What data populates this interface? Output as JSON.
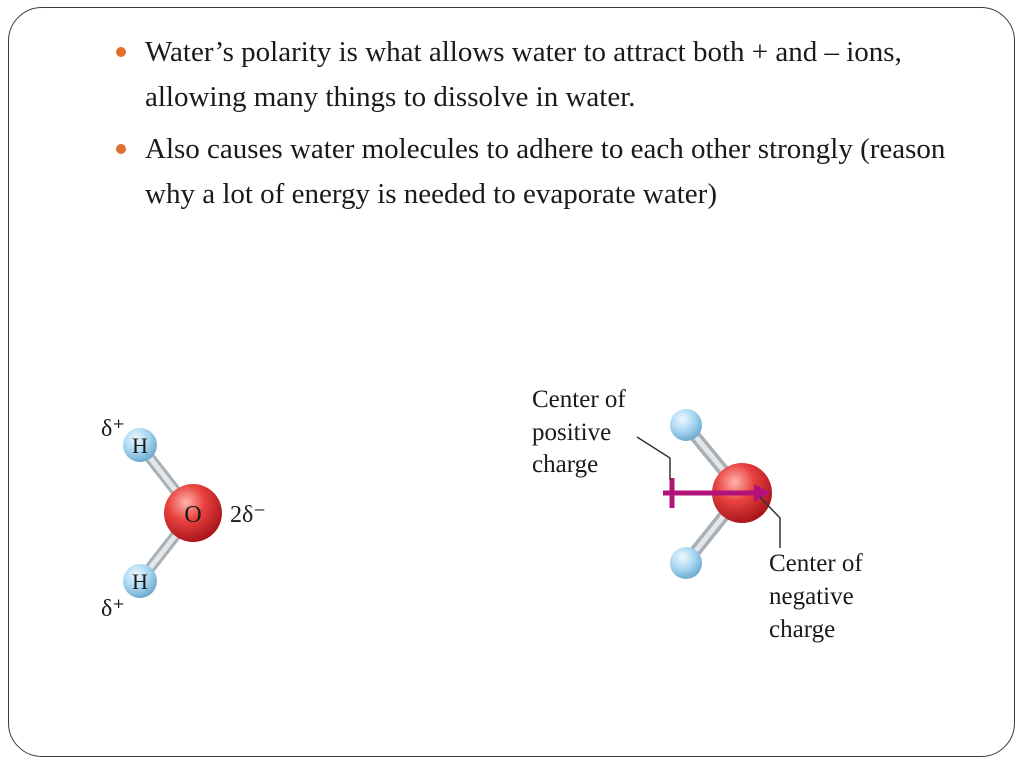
{
  "bullets": [
    {
      "text": "Water’s polarity is what allows water to attract both + and – ions, allowing many things to dissolve in water."
    },
    {
      "text": "Also causes water molecules to adhere to each other strongly (reason why a lot of energy is needed to evaporate water)"
    }
  ],
  "left_molecule": {
    "oxygen_label": "O",
    "hydrogen_label": "H",
    "partial_positive": "δ⁺",
    "partial_negative": "2δ⁻"
  },
  "right_molecule": {
    "positive_center_label": [
      "Center of",
      "positive",
      "charge"
    ],
    "negative_center_label": [
      "Center of",
      "negative",
      "charge"
    ]
  },
  "colors": {
    "bullet": "#e06f2e",
    "oxygen": "#d8262a",
    "hydrogen": "#9fd0ee",
    "dipole_arrow": "#b3127a",
    "bond": "#c9cfd3"
  }
}
